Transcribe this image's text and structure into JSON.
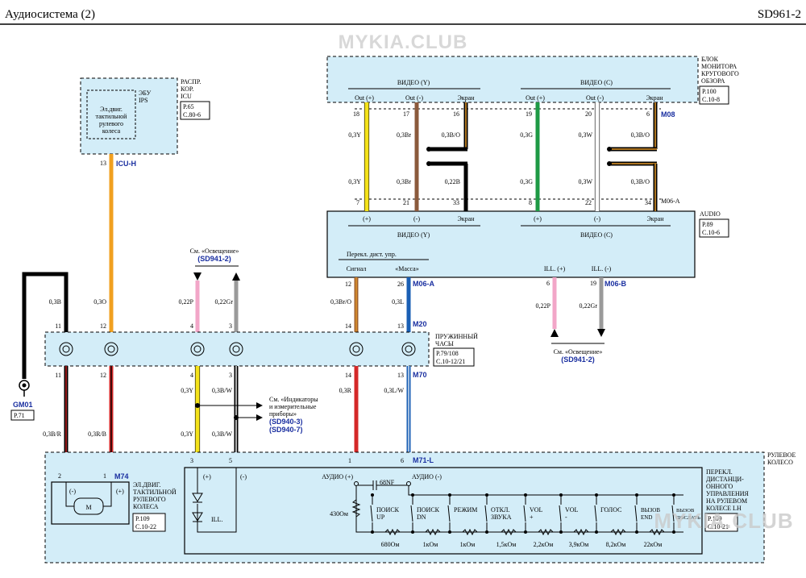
{
  "header": {
    "title": "Аудиосистема (2)",
    "code": "SD961-2"
  },
  "watermark": {
    "top": "MYKIA.CLUB",
    "bottom": "MYKIA.CLUB"
  },
  "ecu": {
    "name_line1": "ЭБУ",
    "name_line2": "IPS",
    "inner_line1": "Эл.двиг.",
    "inner_line2": "тактильной",
    "inner_line3": "рулевого",
    "inner_line4": "колеса",
    "dist_line1": "РАСПР.",
    "dist_line2": "КОР.",
    "dist_line3": "ICU",
    "ref_line1": "P.65",
    "ref_line2": "C.80-6",
    "pin": "13",
    "connector": "ICU-H"
  },
  "monitor": {
    "title_line1": "БЛОК",
    "title_line2": "МОНИТОРА",
    "title_line3": "КРУГОВОГО",
    "title_line4": "ОБЗОРА",
    "ref_line1": "P.100",
    "ref_line2": "C.10-8",
    "connector": "M08",
    "video_y": "ВИДЕО (Y)",
    "video_c": "ВИДЕО (C)",
    "out_plus": "Out (+)",
    "out_minus": "Out (-)",
    "screen": "Экран"
  },
  "audio": {
    "title": "AUDIO",
    "ref_line1": "P.89",
    "ref_line2": "C.10-6",
    "connector_top": "M06-A",
    "plus": "(+)",
    "minus": "(-)",
    "screen": "Экран",
    "video_y": "ВИДЕО (Y)",
    "video_c": "ВИДЕО (C)",
    "remote_label": "Перекл. дист. упр.",
    "signal": "Сигнал",
    "mass": "«Масса»",
    "ill_plus": "ILL. (+)",
    "ill_minus": "ILL. (-)",
    "connector_a": "M06-A",
    "connector_b": "M06-B"
  },
  "wires_top": [
    {
      "pin_top": "18",
      "wire_top": "0,3Y",
      "wire_bottom": "0,3Y",
      "pin_bottom": "7"
    },
    {
      "pin_top": "17",
      "wire_top": "0,3Br",
      "wire_bottom": "0,3Br",
      "pin_bottom": "21"
    },
    {
      "pin_top": "16",
      "wire_top": "0,3B/O",
      "wire_bottom": "0,22B",
      "pin_bottom": "33"
    },
    {
      "pin_top": "19",
      "wire_top": "0,3G",
      "wire_bottom": "0,3G",
      "pin_bottom": "8"
    },
    {
      "pin_top": "20",
      "wire_top": "0,3W",
      "wire_bottom": "0,3W",
      "pin_bottom": "22"
    },
    {
      "pin_top": "6",
      "wire_top": "0,3B/O",
      "wire_bottom": "0,3B/O",
      "pin_bottom": "34"
    }
  ],
  "lighting_left": {
    "see": "См. «Освещение»",
    "ref": "(SD941-2)",
    "wire_a": "0,22P",
    "wire_b": "0,22Gr",
    "pin_a": "4",
    "pin_b": "3"
  },
  "lighting_right": {
    "see": "См. «Освещение»",
    "ref": "(SD941-2)",
    "wire_a": "0,22P",
    "wire_b": "0,22Gr",
    "pin_a": "6",
    "pin_b": "19"
  },
  "clock_spring": {
    "title_line1": "ПРУЖИННЫЙ",
    "title_line2": "ЧАСЫ",
    "ref_line1": "P.79/108",
    "ref_line2": "C.10-12/21",
    "connector_top": "M20",
    "connector_bottom": "M70",
    "pins_top": [
      "11",
      "12",
      "4",
      "3",
      "14",
      "13"
    ],
    "pins_bottom": [
      "11",
      "12",
      "4",
      "3",
      "14",
      "13"
    ]
  },
  "upper_wires": {
    "w1": "0,3B",
    "w2": "0,3O",
    "w3": "0,3Br/O",
    "w4": "0,3L",
    "pin_remote_a": "12",
    "pin_remote_b": "26"
  },
  "lower_wires": {
    "w1": "0,3B/R",
    "w2": "0,3R/B",
    "w3a": "0,3Y",
    "w3b": "0,3Y",
    "w4a": "0,3B/W",
    "w4b": "0,3B/W",
    "w5": "0,3R",
    "w6": "0,3L/W"
  },
  "ground": {
    "name": "GM01",
    "ref": "P.71"
  },
  "indicators": {
    "see": "См. «Индикаторы",
    "line2": "и измерительные",
    "line3": "приборы»",
    "ref1": "(SD940-3)",
    "ref2": "(SD940-7)"
  },
  "steering": {
    "title_line1": "РУЛЕВОЕ",
    "title_line2": "КОЛЕСО",
    "connector_motor": "M74",
    "connector_switch": "M71-L",
    "motor_pin_a": "2",
    "motor_pin_b": "1",
    "motor_minus": "(-)",
    "motor_plus": "(+)",
    "motor_symbol": "M",
    "motor_line1": "ЭЛ.ДВИГ.",
    "motor_line2": "ТАКТИЛЬНОЙ",
    "motor_line3": "РУЛЕВОГО",
    "motor_line4": "КОЛЕСА",
    "motor_ref_line1": "P.109",
    "motor_ref_line2": "C.10-22",
    "sw_pins": [
      "3",
      "5",
      "1",
      "6"
    ],
    "ill_plus": "(+)",
    "ill_minus": "(-)",
    "ill": "ILL.",
    "audio_plus": "АУДИО (+)",
    "audio_minus": "АУДИО (-)",
    "cap": "68NF",
    "r_main": "430Ом",
    "switch_line1": "ПЕРЕКЛ.",
    "switch_line2": "ДИСТАНЦИ-",
    "switch_line3": "ОННОГО",
    "switch_line4": "УПРАВЛЕНИЯ",
    "switch_line5": "НА РУЛЕВОМ",
    "switch_line6": "КОЛЕСЕ LH",
    "switch_ref_line1": "P.109",
    "switch_ref_line2": "C.10-21",
    "buttons": [
      {
        "line1": "ПОИСК",
        "line2": "UP"
      },
      {
        "line1": "ПОИСК",
        "line2": "DN"
      },
      {
        "line1": "РЕЖИМ",
        "line2": ""
      },
      {
        "line1": "ОТКЛ.",
        "line2": "ЗВУКА"
      },
      {
        "line1": "VOL",
        "line2": "+"
      },
      {
        "line1": "VOL",
        "line2": "-"
      },
      {
        "line1": "ГОЛОС",
        "line2": ""
      },
      {
        "line1": "ВЫЗОВ",
        "line2": "END"
      },
      {
        "line1": "ВЫЗОВ",
        "line2": "ПОСЛАТЬ"
      }
    ],
    "resistors": [
      "680Ом",
      "1кОм",
      "1кОм",
      "1,5кОм",
      "2,2кОм",
      "3,9кОм",
      "8,2кОм",
      "22кОм"
    ]
  }
}
